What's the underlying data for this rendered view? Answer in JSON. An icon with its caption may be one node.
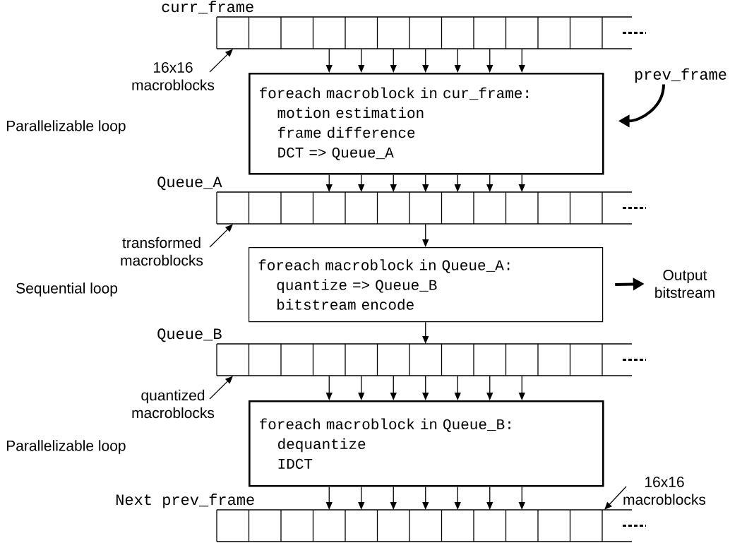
{
  "diagram": {
    "nodes": [
      {
        "text": [
          "curr_frame"
        ]
      },
      {
        "text": [
          "16x16 macroblocks"
        ]
      },
      {
        "text": [
          "prev_frame"
        ]
      },
      {
        "text": [
          "foreach macroblock in cur_frame:",
          "motion estimation",
          "frame difference",
          "DCT => Queue_A"
        ]
      },
      {
        "text": [
          "Queue_A"
        ]
      },
      {
        "text": [
          "transformed macroblocks"
        ]
      },
      {
        "text": [
          "foreach macroblock in Queue_A:",
          "quantize => Queue_B",
          "bitstream encode"
        ]
      },
      {
        "text": [
          "Output bitstream"
        ]
      },
      {
        "text": [
          "Queue_B"
        ]
      },
      {
        "text": [
          "quantized macroblocks"
        ]
      },
      {
        "text": [
          "foreach macroblock in Queue_B:",
          "dequantize",
          "IDCT"
        ]
      },
      {
        "text": [
          "Next prev_frame"
        ]
      },
      {
        "text": [
          "16x16 macroblocks"
        ]
      }
    ],
    "edges": [
      {
        "from": 0,
        "to": 3,
        "arrow": "to"
      },
      {
        "from": 0,
        "to": 3,
        "arrow": "to"
      },
      {
        "from": 0,
        "to": 3,
        "arrow": "to"
      },
      {
        "from": 0,
        "to": 3,
        "arrow": "to"
      },
      {
        "from": 0,
        "to": 3,
        "arrow": "to"
      },
      {
        "from": 0,
        "to": 3,
        "arrow": "to"
      },
      {
        "from": 0,
        "to": 3,
        "arrow": "to"
      },
      {
        "from": 1,
        "to": 0,
        "arrow": "to"
      },
      {
        "from": 2,
        "to": 3,
        "arrow": "to",
        "style": "thick"
      },
      {
        "from": 3,
        "to": 4,
        "arrow": "to"
      },
      {
        "from": 3,
        "to": 4,
        "arrow": "to"
      },
      {
        "from": 3,
        "to": 4,
        "arrow": "to"
      },
      {
        "from": 3,
        "to": 4,
        "arrow": "to"
      },
      {
        "from": 3,
        "to": 4,
        "arrow": "to"
      },
      {
        "from": 3,
        "to": 4,
        "arrow": "to"
      },
      {
        "from": 3,
        "to": 4,
        "arrow": "to"
      },
      {
        "from": 5,
        "to": 4,
        "arrow": "to"
      },
      {
        "from": 4,
        "to": 6,
        "arrow": "to"
      },
      {
        "from": 6,
        "to": 7,
        "arrow": "to",
        "style": "thick"
      },
      {
        "from": 6,
        "to": 8,
        "arrow": "to"
      },
      {
        "from": 9,
        "to": 8,
        "arrow": "to"
      },
      {
        "from": 8,
        "to": 10,
        "arrow": "to"
      },
      {
        "from": 8,
        "to": 10,
        "arrow": "to"
      },
      {
        "from": 8,
        "to": 10,
        "arrow": "to"
      },
      {
        "from": 8,
        "to": 10,
        "arrow": "to"
      },
      {
        "from": 8,
        "to": 10,
        "arrow": "to"
      },
      {
        "from": 8,
        "to": 10,
        "arrow": "to"
      },
      {
        "from": 8,
        "to": 10,
        "arrow": "to"
      },
      {
        "from": 10,
        "to": 11,
        "arrow": "to"
      },
      {
        "from": 10,
        "to": 11,
        "arrow": "to"
      },
      {
        "from": 10,
        "to": 11,
        "arrow": "to"
      },
      {
        "from": 10,
        "to": 11,
        "arrow": "to"
      },
      {
        "from": 10,
        "to": 11,
        "arrow": "to"
      },
      {
        "from": 10,
        "to": 11,
        "arrow": "to"
      },
      {
        "from": 10,
        "to": 11,
        "arrow": "to"
      },
      {
        "from": 12,
        "to": 11,
        "arrow": "to"
      }
    ],
    "labels": [
      "Parallelizable loop",
      "Sequential loop",
      "Parallelizable loop"
    ]
  }
}
